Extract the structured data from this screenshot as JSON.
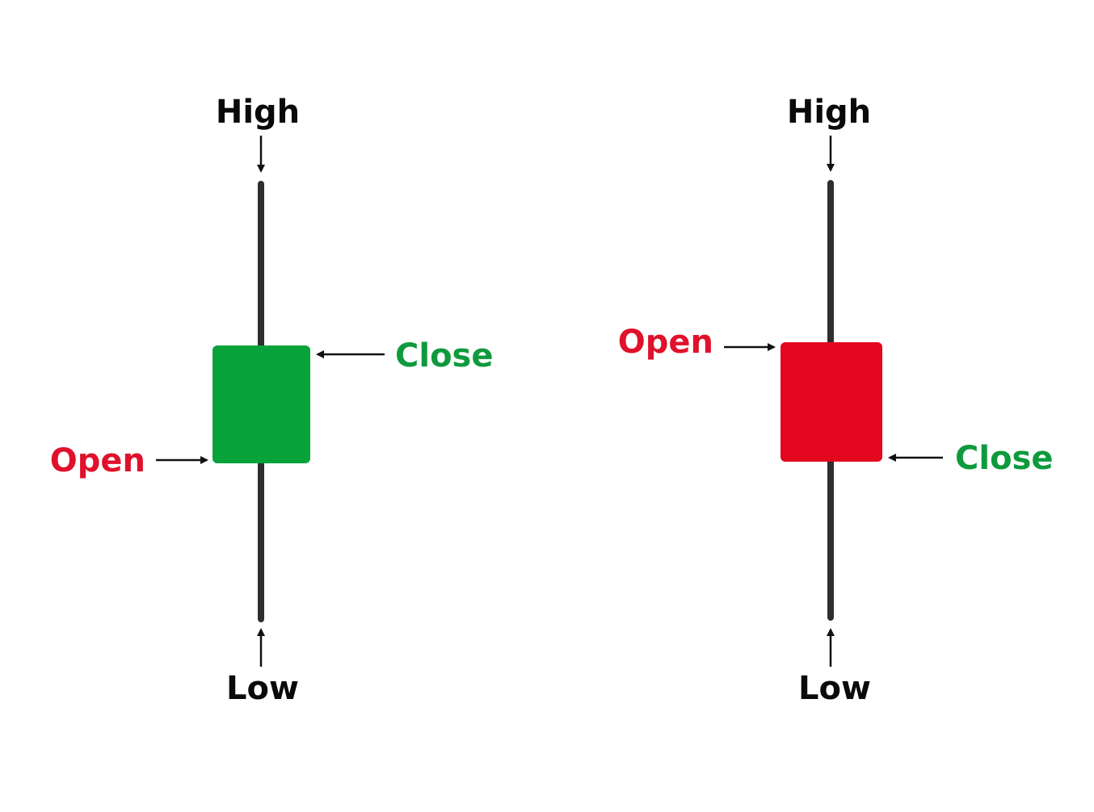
{
  "candles": [
    {
      "kind": "bullish",
      "labels": {
        "high": "High",
        "low": "Low",
        "open": "Open",
        "close": "Close"
      },
      "body_color": "#08A23A"
    },
    {
      "kind": "bearish",
      "labels": {
        "high": "High",
        "low": "Low",
        "open": "Open",
        "close": "Close"
      },
      "body_color": "#E2061F"
    }
  ],
  "colors": {
    "label_default": "#0A0A0A",
    "label_open": "#E0112B",
    "label_close": "#0E9A3C",
    "wick": "#2E2E2E",
    "arrow": "#111111"
  }
}
